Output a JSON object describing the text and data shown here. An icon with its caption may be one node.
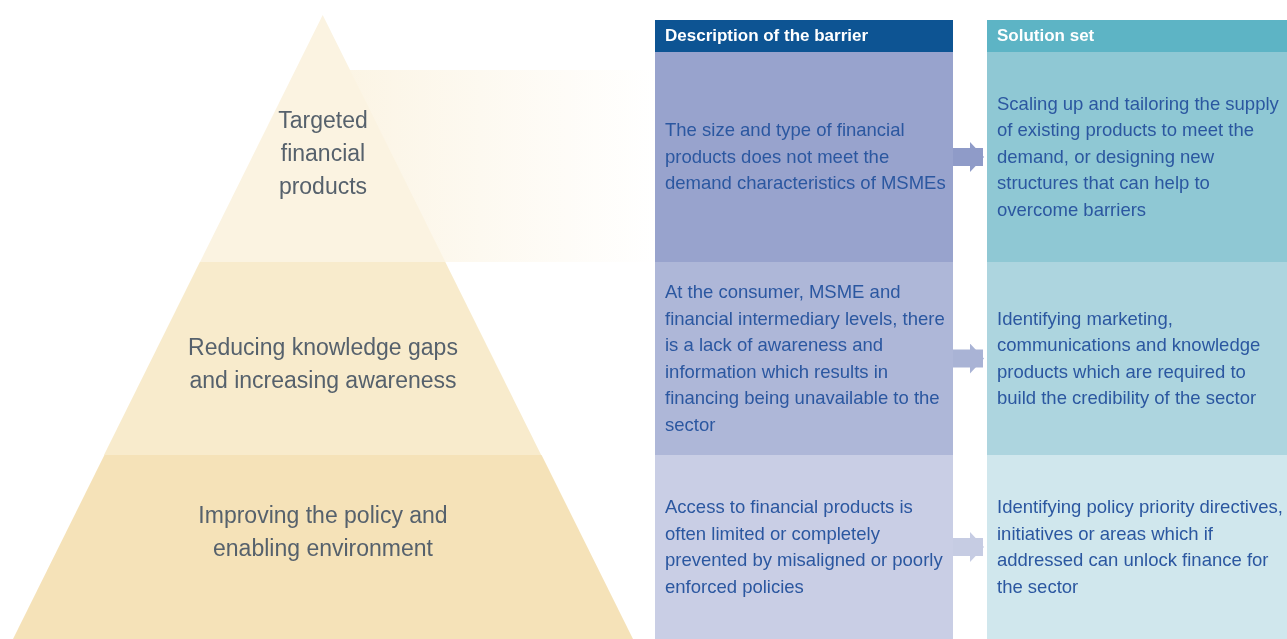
{
  "diagram": {
    "nodes": [
      {
        "text": [
          "Targeted financial products"
        ]
      },
      {
        "text": [
          "Reducing knowledge gaps and increasing awareness"
        ]
      },
      {
        "text": [
          "Improving the policy and enabling environment"
        ]
      },
      {
        "text": [
          "Description of the barrier"
        ]
      },
      {
        "text": [
          "Solution set"
        ]
      },
      {
        "text": [
          "The size and type of financial products does not meet the demand characteristics of MSMEs"
        ]
      },
      {
        "text": [
          "At the consumer, MSME and financial intermediary levels, there is a lack of awareness and information which results in financing being unavailable to the sector"
        ]
      },
      {
        "text": [
          "Access to financial products is often limited or completely prevented by misaligned or poorly enforced policies"
        ]
      },
      {
        "text": [
          "Scaling up and tailoring the supply of existing products to meet the demand, or designing new structures that can help to overcome barriers"
        ]
      },
      {
        "text": [
          "Identifying marketing, communications and knowledge products which are required to build the credibility of the sector"
        ]
      },
      {
        "text": [
          "Identifying policy priority directives, initiatives or areas which if addressed can unlock finance for the sector"
        ]
      }
    ],
    "edges": [
      {
        "from": 5,
        "to": 8,
        "arrow": "to",
        "color": "#8f9bc8"
      },
      {
        "from": 6,
        "to": 9,
        "arrow": "to",
        "color": "#a9b3d5"
      },
      {
        "from": 7,
        "to": 10,
        "arrow": "to",
        "color": "#c6cce3"
      }
    ]
  }
}
